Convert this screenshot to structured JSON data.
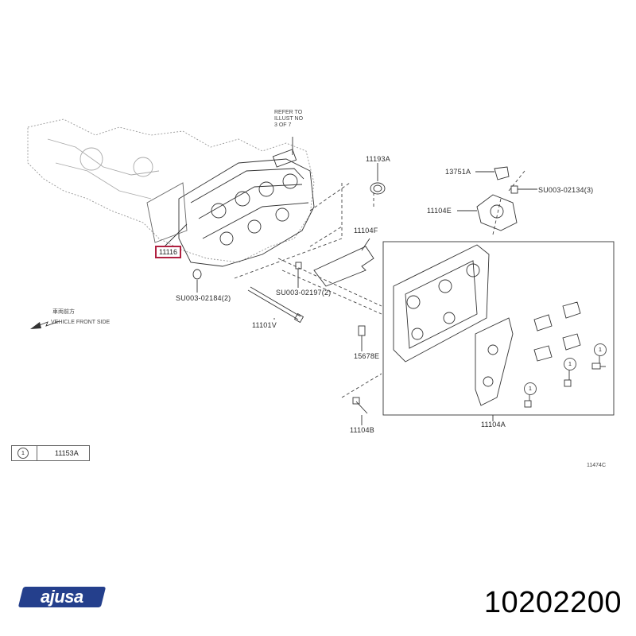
{
  "diagram": {
    "refer_note": "REFER TO\nILLUST NO\n3 OF 7",
    "vehicle_front_jp": "車両前方",
    "vehicle_front": "VEHICLE FRONT SIDE",
    "parts": {
      "p11116": "11116",
      "p11193A": "11193A",
      "p13751A": "13751A",
      "pSU003_02134": "SU003-02134(3)",
      "p11104E": "11104E",
      "p11104F": "11104F",
      "pSU003_02184": "SU003-02184(2)",
      "pSU003_02197": "SU003-02197(2)",
      "p11101V": "11101V",
      "p15678E": "15678E",
      "p11104B": "11104B",
      "p11104A": "11104A"
    },
    "legend": {
      "symbol": "1",
      "code": "11153A"
    },
    "figure_code": "11474C",
    "circle_symbol": "1"
  },
  "brand": {
    "logo_text": "ajusa"
  },
  "part_number": "10202200",
  "colors": {
    "highlight": "#b02040",
    "brand_blue": "#243f8c",
    "line": "#333333"
  }
}
